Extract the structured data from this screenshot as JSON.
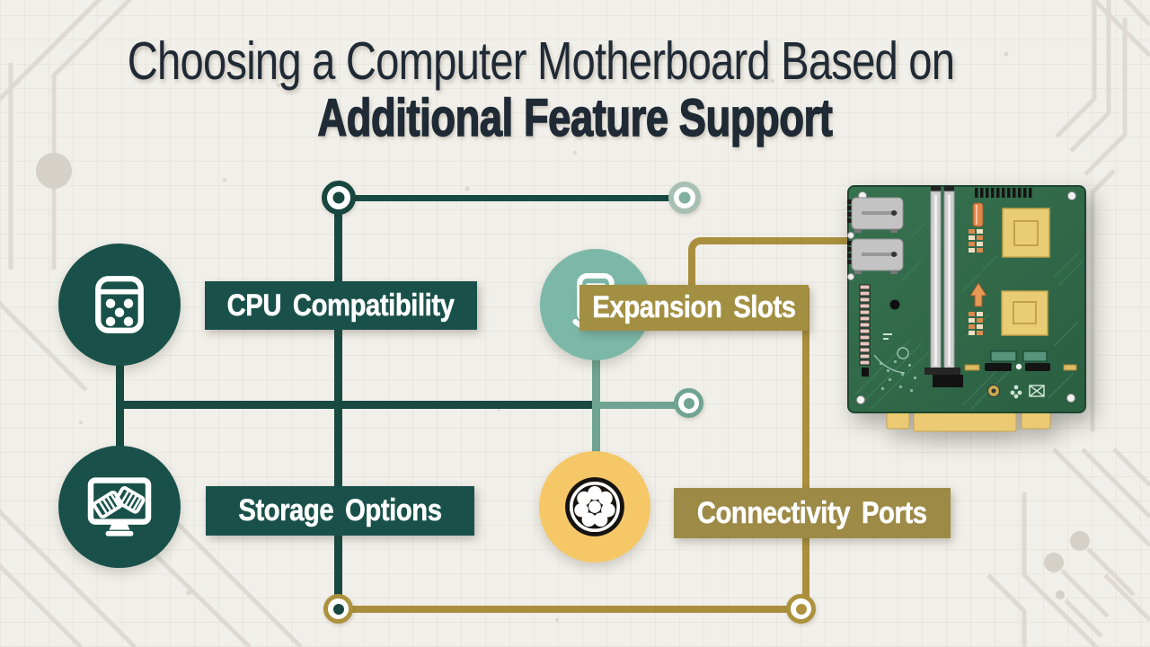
{
  "title": {
    "line1": "Choosing a Computer Motherboard Based on",
    "line2": "Additional Feature Support"
  },
  "items": [
    {
      "label": "CPU Compatibility",
      "icon": "processor-icon",
      "circle_color": "#19514a",
      "label_color": "#19514a"
    },
    {
      "label": "Expansion Slots",
      "icon": "expansion-card-stack-icon",
      "circle_color": "#7cb8a8",
      "label_color": "#a28f41"
    },
    {
      "label": "Storage Options",
      "icon": "storage-monitor-icon",
      "circle_color": "#19514a",
      "label_color": "#19514a"
    },
    {
      "label": "Connectivity Ports",
      "icon": "ports-hub-icon",
      "circle_color": "#f5c767",
      "label_color": "#9c8a46"
    }
  ],
  "colors": {
    "dark_teal": "#19514a",
    "dark_teal_line": "#184a42",
    "seafoam": "#7cb8a8",
    "seafoam_line": "#6fa392",
    "gold_label": "#a28f41",
    "gold_line": "#a98f3d",
    "amber": "#f5c767",
    "title_text": "#1f2a35",
    "background": "#f1efe9",
    "label_text": "#ffffff"
  },
  "illustration": {
    "name": "motherboard-photo"
  }
}
